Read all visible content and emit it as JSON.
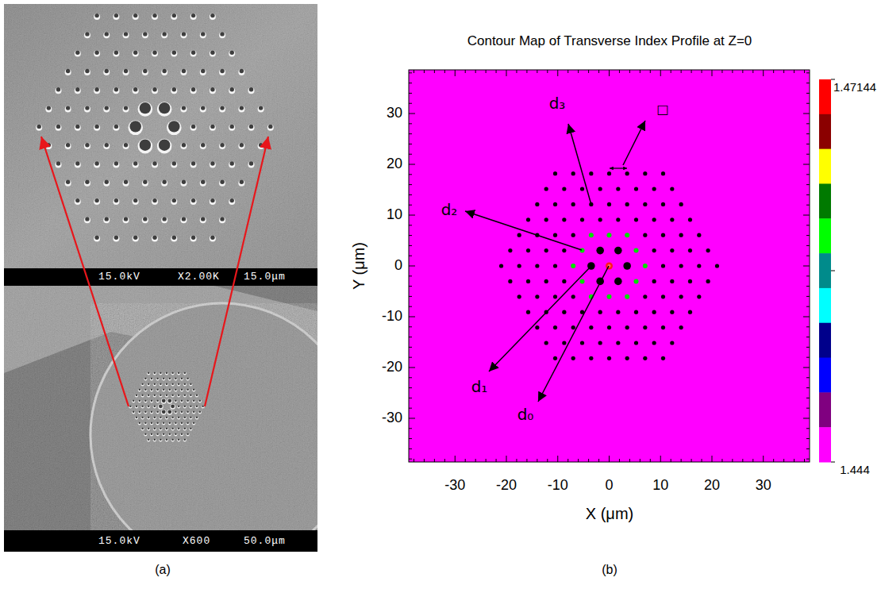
{
  "diagram": {
    "labels": [
      "15.0kV",
      "X2.00K",
      "15.0μm",
      "15.0kV",
      "X600",
      "50.0μm",
      "(a)",
      "Contour Map of Transverse Index Profile at Z=0",
      "d₃",
      "□",
      "d₂",
      "d₁",
      "d₀",
      "Y (μm)",
      "X (μm)",
      "30",
      "20",
      "10",
      "0",
      "-10",
      "-20",
      "-30",
      "-30",
      "-20",
      "-10",
      "0",
      "10",
      "20",
      "30",
      "1.47144",
      "1.444",
      "(b)"
    ]
  }
}
